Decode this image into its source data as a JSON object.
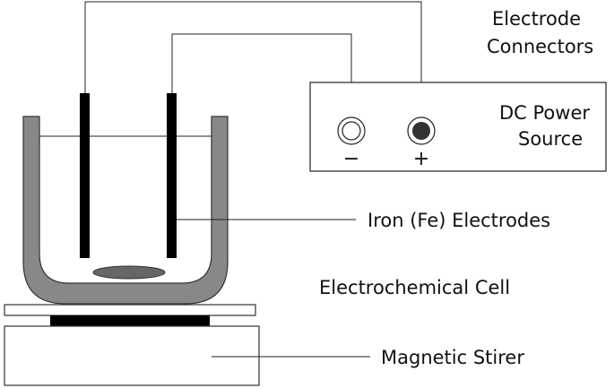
{
  "labels": {
    "electrode_connectors_line1": "Electrode",
    "electrode_connectors_line2": "Connectors",
    "power_source_line1": "DC Power",
    "power_source_line2": "Source",
    "negative_terminal": "−",
    "positive_terminal": "+",
    "electrodes": "Iron (Fe) Electrodes",
    "cell": "Electrochemical Cell",
    "stirrer": "Magnetic Stirer"
  },
  "colors": {
    "line": "#222222",
    "beaker": "#888888",
    "stir_bar": "#666666",
    "electrode": "#000000",
    "positive_terminal_fill": "#333333",
    "background": "#ffffff"
  }
}
